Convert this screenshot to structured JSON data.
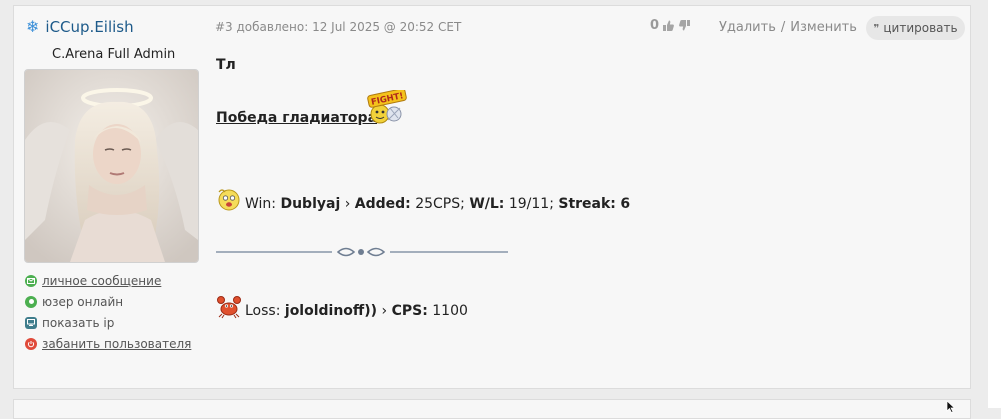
{
  "post": {
    "author": "iCCup.Eilish",
    "rank": "C.Arena Full Admin",
    "meta": "#3 добавлено: 12 Jul 2025 @ 20:52 CET",
    "rating": "0",
    "delete_label": "Удалить",
    "action_sep": "/",
    "edit_label": "Изменить",
    "quote_label": "цитировать",
    "quote_mark": "❞"
  },
  "user_links": {
    "message": "личное сообщение",
    "online": "юзер онлайн",
    "show_ip": "показать ip",
    "ban": "забанить пользователя"
  },
  "content": {
    "title": "Тл",
    "gladiator_link": "Победа гладиатора",
    "fight_text": "FIGHT!",
    "win": {
      "label": "Win:",
      "player": "Dublyaj",
      "arrow": "›",
      "added_label": "Added:",
      "added_value": "25CPS;",
      "wl_label": "W/L:",
      "wl_value": "19/11;",
      "streak_label": "Streak:",
      "streak_value": "6"
    },
    "loss": {
      "label": "Loss:",
      "player": "jololdinoff))",
      "arrow": "›",
      "cps_label": "CPS:",
      "cps_value": "1100"
    }
  },
  "colors": {
    "nick": "#1d5a8a",
    "online": "#4caf50",
    "ban": "#e04a3a"
  }
}
